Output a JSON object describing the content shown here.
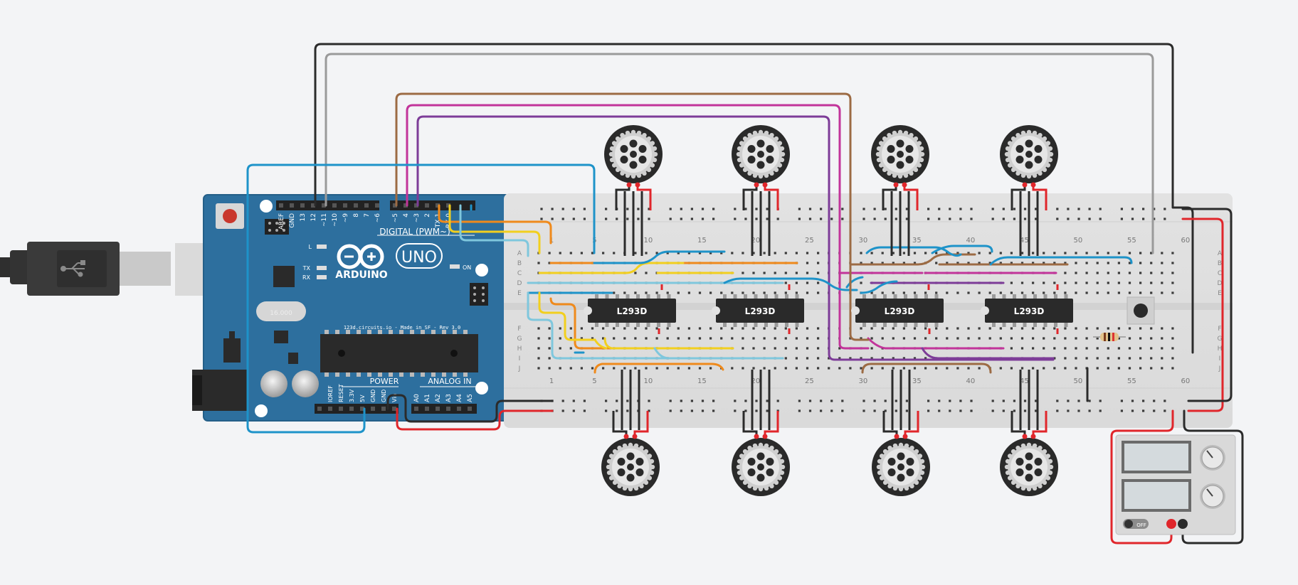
{
  "arduino": {
    "logo": "ARDUINO",
    "model": "UNO",
    "digital_label": "DIGITAL (PWM~)",
    "footer": "123d.circuits.io - Made in SF - Rev 3.0",
    "power_label": "POWER",
    "analog_label": "ANALOG IN",
    "led_on": "ON",
    "led_l": "L",
    "led_tx": "TX",
    "led_rx": "RX",
    "crystal": "16.000",
    "digital_pins": [
      "AREF",
      "GND",
      "13",
      "12",
      "~11",
      "~10",
      "~9",
      "8",
      "7",
      "~6",
      "~5",
      "4",
      "~3",
      "2",
      "TX 1",
      "RX 0"
    ],
    "power_pins": [
      "IOREF",
      "RESET",
      "3.3V",
      "5V",
      "GND",
      "GND",
      "Vin"
    ],
    "analog_pins": [
      "A0",
      "A1",
      "A2",
      "A3",
      "A4",
      "A5"
    ]
  },
  "breadboard": {
    "rows": [
      "A",
      "B",
      "C",
      "D",
      "E",
      "F",
      "G",
      "H",
      "I",
      "J"
    ],
    "column_numbers": [
      "1",
      "5",
      "10",
      "15",
      "20",
      "25",
      "30",
      "35",
      "40",
      "45",
      "50",
      "55",
      "60"
    ]
  },
  "chips": [
    {
      "label": "L293D"
    },
    {
      "label": "L293D"
    },
    {
      "label": "L293D"
    },
    {
      "label": "L293D"
    }
  ],
  "power_supply": {
    "switch_label": "OFF"
  },
  "icons": {
    "usb": "usb-icon",
    "motor": "gear-motor-icon",
    "button": "pushbutton-icon",
    "resistor": "resistor-icon"
  },
  "colors": {
    "board_blue": "#2d6f9e",
    "wire_black": "#2b2b2b",
    "wire_gray": "#9a9a9a",
    "wire_red": "#e0262b",
    "wire_blue": "#1e93c9",
    "wire_brown": "#9c6b44",
    "wire_magenta": "#c2349a",
    "wire_purple": "#7d3c98",
    "wire_orange": "#ef8a1c",
    "wire_yellow": "#f2cf1e",
    "wire_lightblue": "#7fc7dd"
  }
}
